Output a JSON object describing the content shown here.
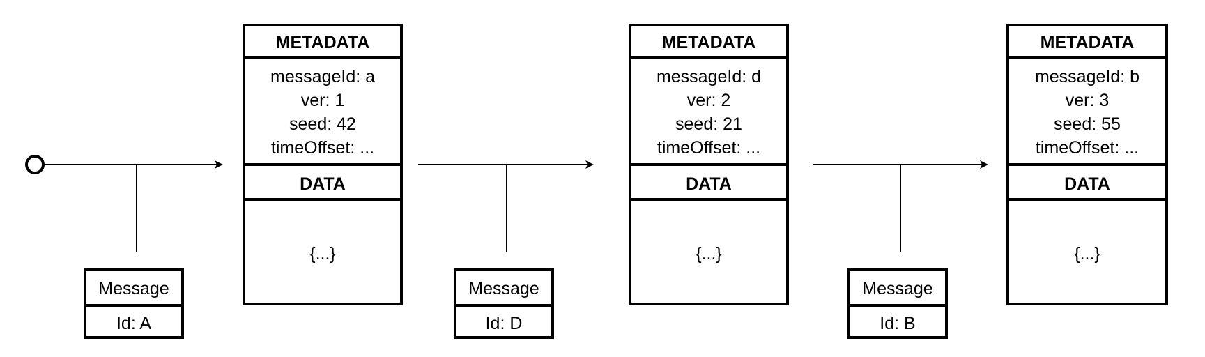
{
  "records": [
    {
      "metadata_header": "METADATA",
      "lines": [
        "messageId: a",
        "ver: 1",
        "seed: 42",
        "timeOffset: ..."
      ],
      "data_header": "DATA",
      "data_body": "{...}"
    },
    {
      "metadata_header": "METADATA",
      "lines": [
        "messageId: d",
        "ver: 2",
        "seed: 21",
        "timeOffset: ..."
      ],
      "data_header": "DATA",
      "data_body": "{...}"
    },
    {
      "metadata_header": "METADATA",
      "lines": [
        "messageId: b",
        "ver: 3",
        "seed: 55",
        "timeOffset: ..."
      ],
      "data_header": "DATA",
      "data_body": "{...}"
    }
  ],
  "messages": [
    {
      "title": "Message",
      "id": "Id: A"
    },
    {
      "title": "Message",
      "id": "Id: D"
    },
    {
      "title": "Message",
      "id": "Id: B"
    }
  ]
}
